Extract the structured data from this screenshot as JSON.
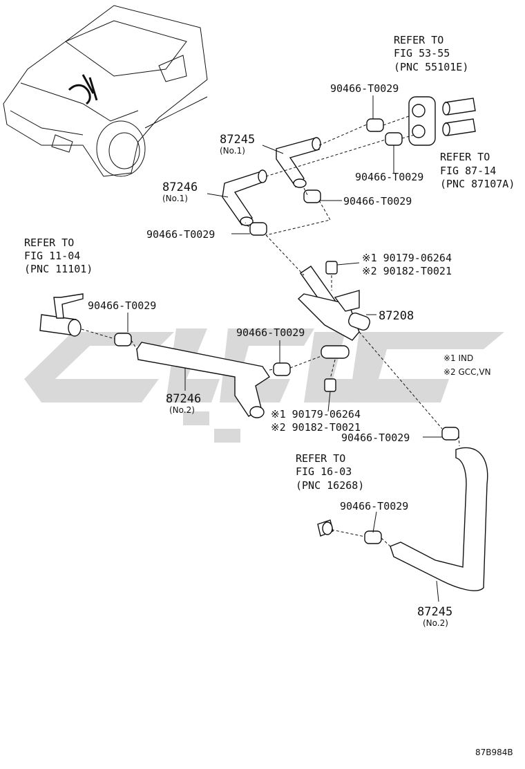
{
  "watermark_color": "#d9d9d9",
  "labels": {
    "refer_53": [
      "REFER TO",
      "FIG 53-55",
      "(PNC 55101E)"
    ],
    "refer_87": [
      "REFER TO",
      "FIG 87-14",
      "(PNC 87107A)"
    ],
    "refer_11": [
      "REFER TO",
      "FIG 11-04",
      "(PNC 11101)"
    ],
    "refer_16": [
      "REFER TO",
      "FIG 16-03",
      "(PNC 16268)"
    ],
    "clamp": "90466-T0029",
    "hose_87245": "87245",
    "hose_87246": "87246",
    "pipe_87208": "87208",
    "no1": "(No.1)",
    "no2": "(No.2)",
    "bolt1_a": "※1 90179-06264",
    "bolt1_b": "※2 90182-T0021",
    "bolt2_a": "※1 90179-06264",
    "bolt2_b": "※2 90182-T0021",
    "note1": "※1 IND",
    "note2": "※2 GCC,VN",
    "diagram_code": "87B984B"
  }
}
